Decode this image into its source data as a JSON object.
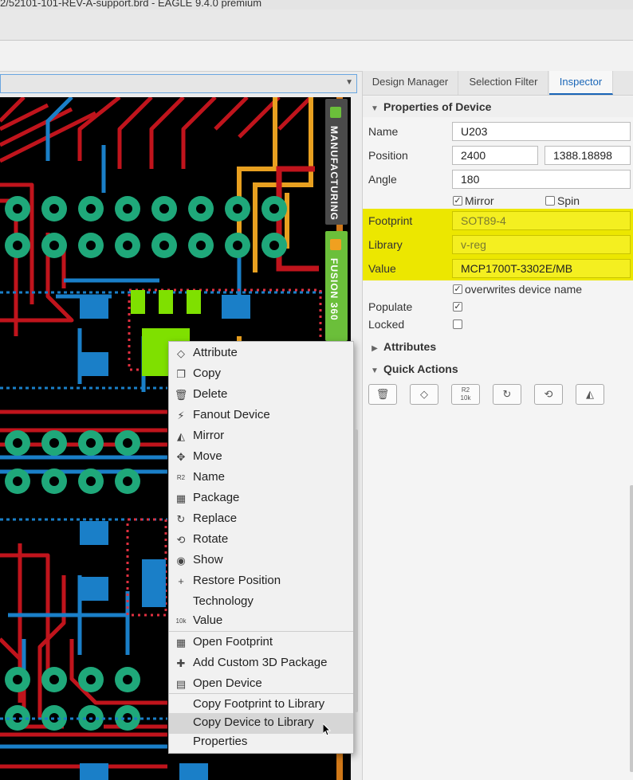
{
  "window": {
    "title": "2/52101-101-REV-A-support.brd - EAGLE 9.4.0 premium"
  },
  "side_tabs": {
    "manufacturing": "MANUFACTURING",
    "fusion": "FUSION 360"
  },
  "panel": {
    "tabs": [
      {
        "label": "Design Manager"
      },
      {
        "label": "Selection Filter"
      },
      {
        "label": "Inspector",
        "active": true
      }
    ],
    "section_properties": "Properties of Device",
    "name_label": "Name",
    "name_value": "U203",
    "position_label": "Position",
    "position_x": "2400",
    "position_y": "1388.18898",
    "angle_label": "Angle",
    "angle_value": "180",
    "mirror_label": "Mirror",
    "mirror_checked": true,
    "spin_label": "Spin",
    "spin_checked": false,
    "footprint_label": "Footprint",
    "footprint_value": "SOT89-4",
    "library_label": "Library",
    "library_value": "v-reg",
    "value_label": "Value",
    "value_value": "MCP1700T-3302E/MB",
    "overwrites_label": "overwrites device name",
    "populate_label": "Populate",
    "locked_label": "Locked",
    "section_attributes": "Attributes",
    "section_quick_actions": "Quick Actions",
    "highlight_color": "#ece700"
  },
  "context_menu": {
    "items": [
      {
        "label": "Attribute",
        "icon": "tag-icon"
      },
      {
        "label": "Copy",
        "icon": "copy-icon"
      },
      {
        "label": "Delete",
        "icon": "trash-icon"
      },
      {
        "label": "Fanout Device",
        "icon": "fanout-icon"
      },
      {
        "label": "Mirror",
        "icon": "mirror-icon"
      },
      {
        "label": "Move",
        "icon": "move-icon"
      },
      {
        "label": "Name",
        "icon": "name-r2-icon"
      },
      {
        "label": "Package",
        "icon": "package-icon"
      },
      {
        "label": "Replace",
        "icon": "replace-icon"
      },
      {
        "label": "Rotate",
        "icon": "rotate-icon"
      },
      {
        "label": "Show",
        "icon": "eye-icon"
      },
      {
        "label": "Restore Position",
        "icon": "restore-icon"
      },
      {
        "label": "Technology",
        "icon": ""
      },
      {
        "label": "Value",
        "icon": "value-10k-icon"
      },
      {
        "label": "Open Footprint",
        "icon": "footprint-icon"
      },
      {
        "label": "Add Custom 3D Package",
        "icon": "add-3d-icon"
      },
      {
        "label": "Open Device",
        "icon": "device-icon"
      },
      {
        "label": "Copy Footprint to Library",
        "icon": ""
      },
      {
        "label": "Copy Device to Library",
        "icon": "",
        "hover": true
      },
      {
        "label": "Properties",
        "icon": ""
      }
    ]
  },
  "colors": {
    "board_bg": "#000000",
    "trace_red": "#c0141c",
    "trace_blue": "#1a7fc8",
    "trace_orange": "#e8a020",
    "via_green": "#1fa87a",
    "accent": "#1a66b8"
  }
}
